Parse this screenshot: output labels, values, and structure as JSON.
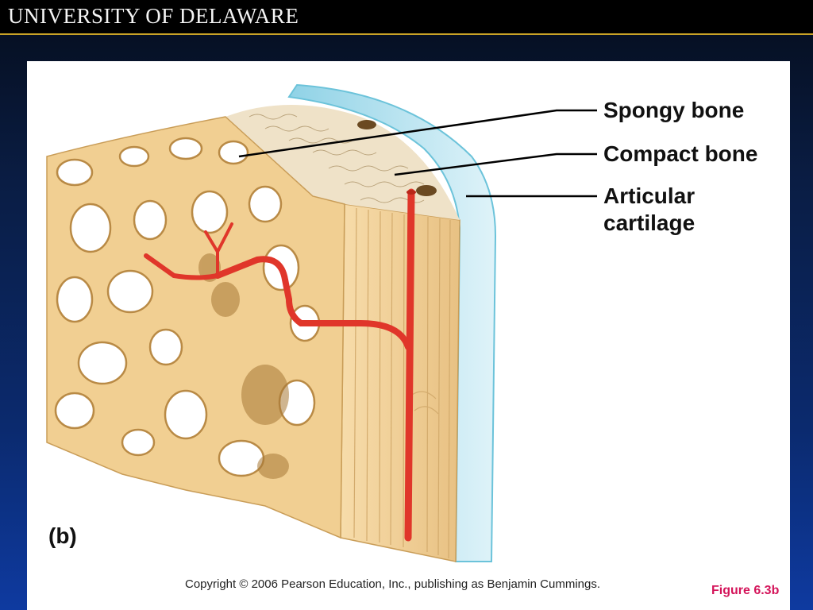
{
  "header": {
    "logo_text": "UNIVERSITY OF DELAWARE",
    "logo_part1": "UNIVERSITY",
    "logo_part2": " OF ",
    "logo_part3": "DELAWARE"
  },
  "figure": {
    "labels": {
      "spongy": "Spongy bone",
      "compact": "Compact bone",
      "articular_line1": "Articular",
      "articular_line2": "cartilage"
    },
    "panel_letter": "(b)",
    "copyright": "Copyright © 2006 Pearson Education, Inc., publishing as Benjamin Cummings.",
    "caption": "Figure 6.3b"
  },
  "colors": {
    "bone": "#f3d7a3",
    "bone_shadow": "#c99d58",
    "trabecula_dark": "#a87937",
    "cartilage": "#bfe4f0",
    "cartilage_edge": "#6cc3da",
    "vessel": "#e0362a",
    "accent_line": "#c9a227"
  }
}
